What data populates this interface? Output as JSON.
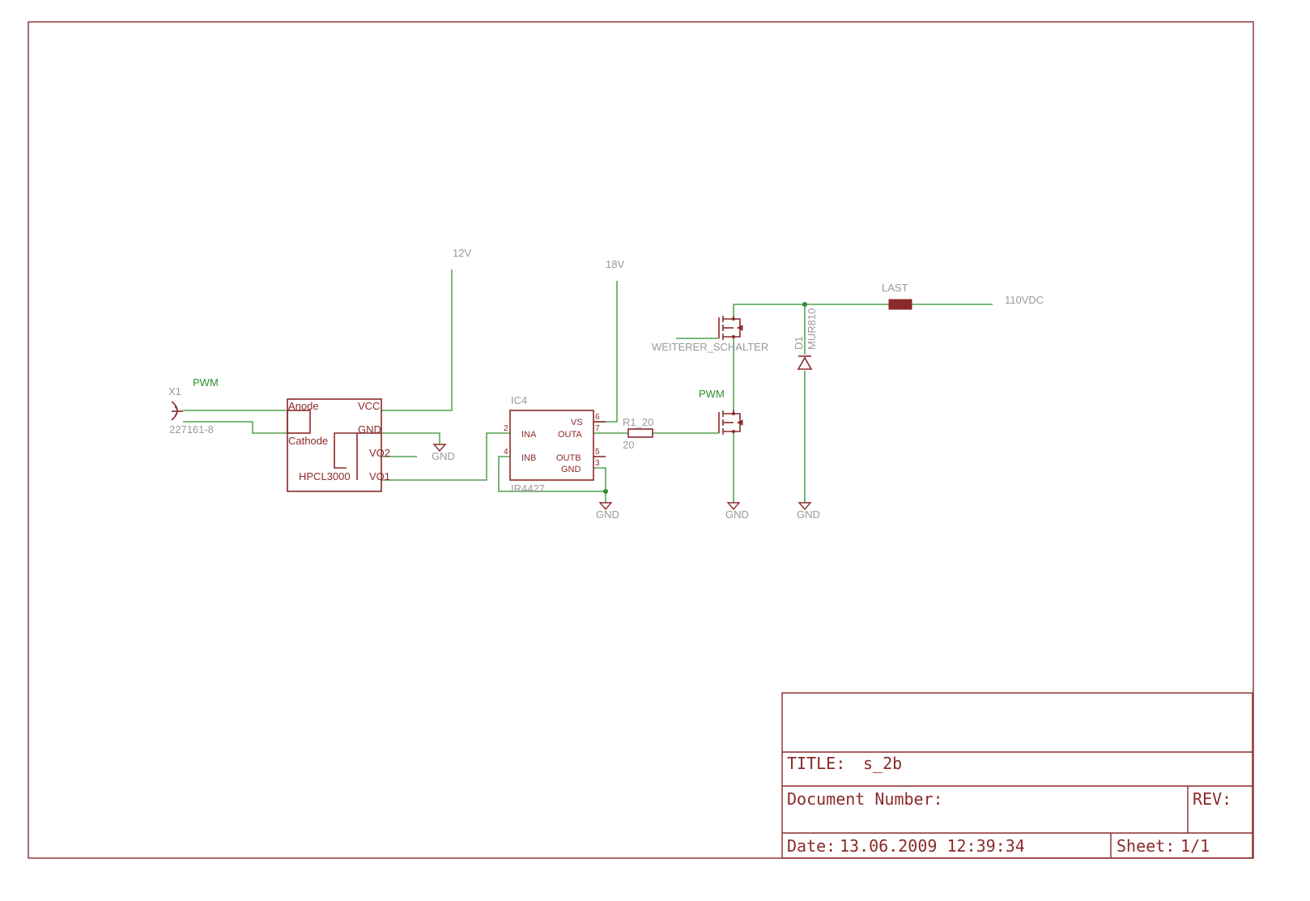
{
  "title_block": {
    "title_label": "TITLE:",
    "title_value": "s_2b",
    "document_number_label": "Document Number:",
    "rev_label": "REV:",
    "date_label": "Date:",
    "date_value": "13.06.2009 12:39:34",
    "sheet_label": "Sheet:",
    "sheet_value": "1/1"
  },
  "connector": {
    "name": "X1",
    "value": "227161-8"
  },
  "optocoupler": {
    "value": "HPCL3000",
    "pins": {
      "anode": "Anode",
      "cathode": "Cathode",
      "vcc": "VCC",
      "gnd": "GND",
      "vo2": "VO2",
      "vo1": "VO1"
    }
  },
  "driver": {
    "name": "IC4",
    "value": "IR4427",
    "pins": {
      "ina": "INA",
      "inb": "INB",
      "vs": "VS",
      "outa": "OUTA",
      "outb": "OUTB",
      "gnd": "GND"
    },
    "pin_numbers": {
      "ina": "2",
      "inb": "4",
      "vs": "6",
      "outa": "7",
      "outb": "5",
      "gnd": "3"
    }
  },
  "resistor": {
    "name": "R1_20",
    "value": "20"
  },
  "diode": {
    "name": "D1",
    "value": "MUR810"
  },
  "mosfet_upper": {
    "label": "WEITERER_SCHALTER"
  },
  "load": {
    "name": "LAST"
  },
  "nets": {
    "pwm_connector": "PWM",
    "pwm_gate": "PWM",
    "supply_12v": "12V",
    "supply_18v": "18V",
    "supply_110vdc": "110VDC",
    "gnd": "GND"
  }
}
